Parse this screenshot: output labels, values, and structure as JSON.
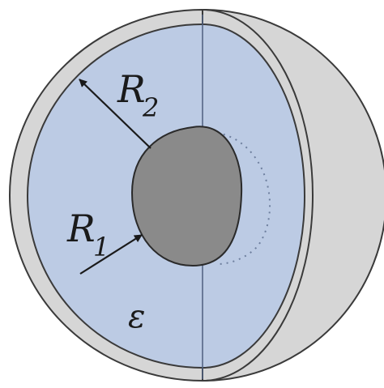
{
  "labels": {
    "outer_radius": "R",
    "outer_radius_sub": "2",
    "inner_radius": "R",
    "inner_radius_sub": "1",
    "permittivity": "ε"
  },
  "colors": {
    "background": "#ffffff",
    "outer_shell": "#d6d6d6",
    "shell_outline": "#3a3a3a",
    "dielectric": "#bccbe4",
    "inner_conductor": "#8a8a8a",
    "arrow": "#1a1a1a",
    "hidden_edge": "#6e7f9e"
  }
}
